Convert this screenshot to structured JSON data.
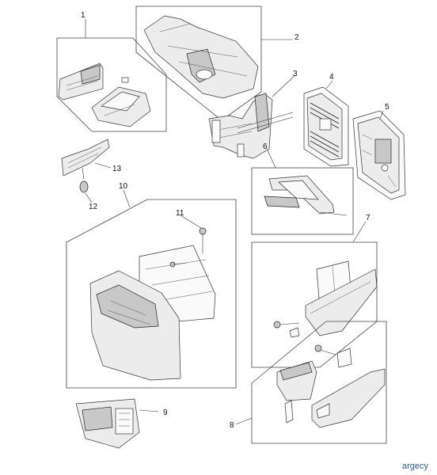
{
  "callouts": [
    {
      "id": "1",
      "label": "1"
    },
    {
      "id": "2",
      "label": "2"
    },
    {
      "id": "3",
      "label": "3"
    },
    {
      "id": "4",
      "label": "4"
    },
    {
      "id": "5",
      "label": "5"
    },
    {
      "id": "6",
      "label": "6"
    },
    {
      "id": "7",
      "label": "7"
    },
    {
      "id": "8",
      "label": "8"
    },
    {
      "id": "9",
      "label": "9"
    },
    {
      "id": "10",
      "label": "10"
    },
    {
      "id": "11",
      "label": "11"
    },
    {
      "id": "12",
      "label": "12"
    },
    {
      "id": "13",
      "label": "13"
    }
  ],
  "watermark": "argecy"
}
